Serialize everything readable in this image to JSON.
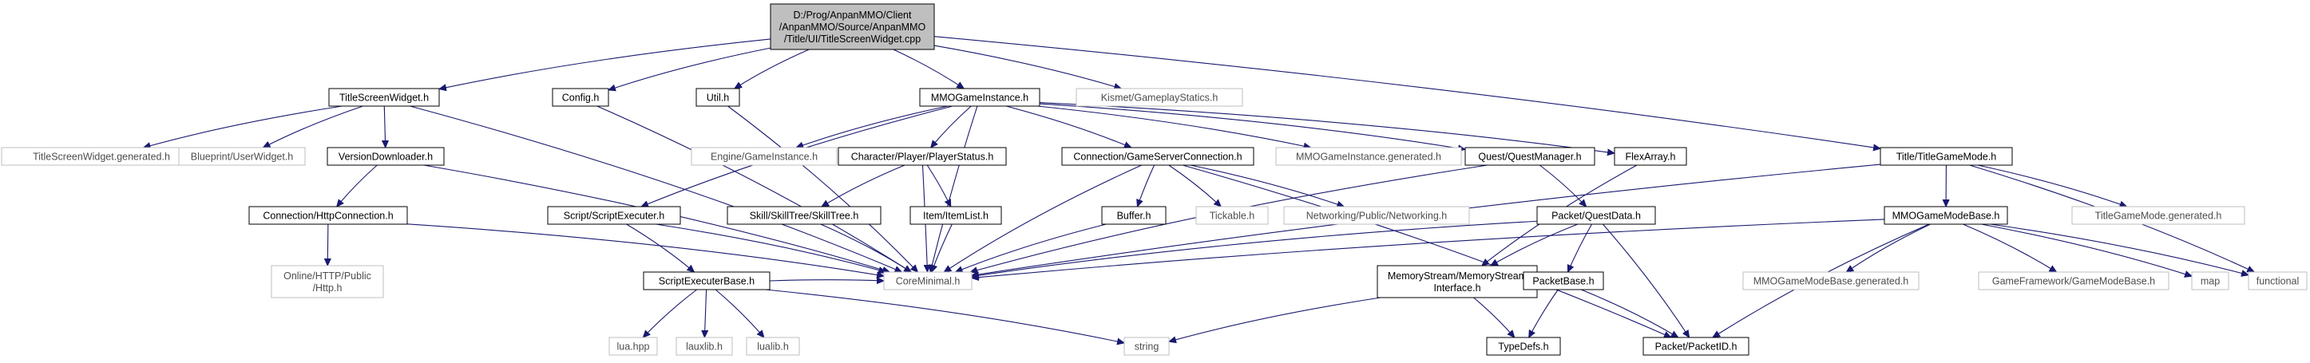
{
  "diagram": {
    "root": {
      "id": "root",
      "lines": [
        "D:/Prog/AnpanMMO/Client",
        "/AnpanMMO/Source/AnpanMMO",
        "/Title/UI/TitleScreenWidget.cpp"
      ]
    },
    "nodes": [
      {
        "id": "titlescreenwidget_h",
        "label": "TitleScreenWidget.h",
        "kind": "local"
      },
      {
        "id": "config_h",
        "label": "Config.h",
        "kind": "local"
      },
      {
        "id": "util_h",
        "label": "Util.h",
        "kind": "local"
      },
      {
        "id": "mmogameinstance_h",
        "label": "MMOGameInstance.h",
        "kind": "local"
      },
      {
        "id": "kismet",
        "label": "Kismet/GameplayStatics.h",
        "kind": "external"
      },
      {
        "id": "tsw_generated",
        "label": "TitleScreenWidget.generated.h",
        "kind": "external"
      },
      {
        "id": "userwidget",
        "label": "Blueprint/UserWidget.h",
        "kind": "external"
      },
      {
        "id": "versiondownloader_h",
        "label": "VersionDownloader.h",
        "kind": "local"
      },
      {
        "id": "engine_gameinstance",
        "label": "Engine/GameInstance.h",
        "kind": "external"
      },
      {
        "id": "playerstatus_h",
        "label": "Character/Player/PlayerStatus.h",
        "kind": "local"
      },
      {
        "id": "gameserverconnection_h",
        "label": "Connection/GameServerConnection.h",
        "kind": "local"
      },
      {
        "id": "mmogi_generated",
        "label": "MMOGameInstance.generated.h",
        "kind": "external"
      },
      {
        "id": "questmanager_h",
        "label": "Quest/QuestManager.h",
        "kind": "local"
      },
      {
        "id": "flexarray_h",
        "label": "FlexArray.h",
        "kind": "local"
      },
      {
        "id": "titlegamemode_h",
        "label": "Title/TitleGameMode.h",
        "kind": "local"
      },
      {
        "id": "httpconnection_h",
        "label": "Connection/HttpConnection.h",
        "kind": "local"
      },
      {
        "id": "scriptexecuter_h",
        "label": "Script/ScriptExecuter.h",
        "kind": "local"
      },
      {
        "id": "skilltree_h",
        "label": "Skill/SkillTree/SkillTree.h",
        "kind": "local"
      },
      {
        "id": "itemlist_h",
        "label": "Item/ItemList.h",
        "kind": "local"
      },
      {
        "id": "buffer_h",
        "label": "Buffer.h",
        "kind": "local"
      },
      {
        "id": "tickable_h",
        "label": "Tickable.h",
        "kind": "external"
      },
      {
        "id": "networking_h",
        "label": "Networking/Public/Networking.h",
        "kind": "external"
      },
      {
        "id": "questdata_h",
        "label": "Packet/QuestData.h",
        "kind": "local"
      },
      {
        "id": "mmogamemodebase_h",
        "label": "MMOGameModeBase.h",
        "kind": "local"
      },
      {
        "id": "tgm_generated",
        "label": "TitleGameMode.generated.h",
        "kind": "external"
      },
      {
        "id": "http_h",
        "lines": [
          "Online/HTTP/Public",
          "/Http.h"
        ],
        "kind": "external"
      },
      {
        "id": "scriptexecuterbase_h",
        "label": "ScriptExecuterBase.h",
        "kind": "local"
      },
      {
        "id": "coreminimal_h",
        "label": "CoreMinimal.h",
        "kind": "external"
      },
      {
        "id": "memorystream_h",
        "lines": [
          "MemoryStream/MemoryStream",
          "Interface.h"
        ],
        "kind": "local"
      },
      {
        "id": "packetbase_h",
        "label": "PacketBase.h",
        "kind": "local"
      },
      {
        "id": "mmogmb_generated",
        "label": "MMOGameModeBase.generated.h",
        "kind": "external"
      },
      {
        "id": "gamemodebase_h",
        "label": "GameFramework/GameModeBase.h",
        "kind": "external"
      },
      {
        "id": "map",
        "label": "map",
        "kind": "external"
      },
      {
        "id": "functional",
        "label": "functional",
        "kind": "external"
      },
      {
        "id": "lua_hpp",
        "label": "lua.hpp",
        "kind": "external"
      },
      {
        "id": "lauxlib_h",
        "label": "lauxlib.h",
        "kind": "external"
      },
      {
        "id": "lualib_h",
        "label": "lualib.h",
        "kind": "external"
      },
      {
        "id": "string",
        "label": "string",
        "kind": "external"
      },
      {
        "id": "typedefs_h",
        "label": "TypeDefs.h",
        "kind": "local"
      },
      {
        "id": "packetid_h",
        "label": "Packet/PacketID.h",
        "kind": "local"
      }
    ],
    "edges": [
      [
        "root",
        "titlescreenwidget_h"
      ],
      [
        "root",
        "config_h"
      ],
      [
        "root",
        "util_h"
      ],
      [
        "root",
        "mmogameinstance_h"
      ],
      [
        "root",
        "kismet"
      ],
      [
        "root",
        "titlegamemode_h"
      ],
      [
        "titlescreenwidget_h",
        "tsw_generated"
      ],
      [
        "titlescreenwidget_h",
        "userwidget"
      ],
      [
        "titlescreenwidget_h",
        "versiondownloader_h"
      ],
      [
        "titlescreenwidget_h",
        "coreminimal_h"
      ],
      [
        "config_h",
        "coreminimal_h"
      ],
      [
        "util_h",
        "coreminimal_h"
      ],
      [
        "versiondownloader_h",
        "httpconnection_h"
      ],
      [
        "versiondownloader_h",
        "coreminimal_h"
      ],
      [
        "httpconnection_h",
        "http_h"
      ],
      [
        "httpconnection_h",
        "coreminimal_h"
      ],
      [
        "mmogameinstance_h",
        "engine_gameinstance"
      ],
      [
        "mmogameinstance_h",
        "playerstatus_h"
      ],
      [
        "mmogameinstance_h",
        "gameserverconnection_h"
      ],
      [
        "mmogameinstance_h",
        "mmogi_generated"
      ],
      [
        "mmogameinstance_h",
        "questmanager_h"
      ],
      [
        "mmogameinstance_h",
        "flexarray_h"
      ],
      [
        "mmogameinstance_h",
        "scriptexecuter_h"
      ],
      [
        "mmogameinstance_h",
        "coreminimal_h"
      ],
      [
        "playerstatus_h",
        "skilltree_h"
      ],
      [
        "playerstatus_h",
        "itemlist_h"
      ],
      [
        "playerstatus_h",
        "coreminimal_h"
      ],
      [
        "skilltree_h",
        "coreminimal_h"
      ],
      [
        "itemlist_h",
        "coreminimal_h"
      ],
      [
        "scriptexecuter_h",
        "scriptexecuterbase_h"
      ],
      [
        "scriptexecuter_h",
        "coreminimal_h"
      ],
      [
        "scriptexecuterbase_h",
        "lua_hpp"
      ],
      [
        "scriptexecuterbase_h",
        "lauxlib_h"
      ],
      [
        "scriptexecuterbase_h",
        "lualib_h"
      ],
      [
        "scriptexecuterbase_h",
        "string"
      ],
      [
        "scriptexecuterbase_h",
        "coreminimal_h"
      ],
      [
        "gameserverconnection_h",
        "buffer_h"
      ],
      [
        "gameserverconnection_h",
        "tickable_h"
      ],
      [
        "gameserverconnection_h",
        "networking_h"
      ],
      [
        "gameserverconnection_h",
        "packetid_h"
      ],
      [
        "gameserverconnection_h",
        "coreminimal_h"
      ],
      [
        "buffer_h",
        "coreminimal_h"
      ],
      [
        "questmanager_h",
        "questdata_h"
      ],
      [
        "questmanager_h",
        "coreminimal_h"
      ],
      [
        "questdata_h",
        "packetbase_h"
      ],
      [
        "questdata_h",
        "packetid_h"
      ],
      [
        "questdata_h",
        "memorystream_h"
      ],
      [
        "questdata_h",
        "coreminimal_h"
      ],
      [
        "flexarray_h",
        "memorystream_h"
      ],
      [
        "memorystream_h",
        "string"
      ],
      [
        "memorystream_h",
        "typedefs_h"
      ],
      [
        "packetbase_h",
        "typedefs_h"
      ],
      [
        "packetbase_h",
        "packetid_h"
      ],
      [
        "titlegamemode_h",
        "mmogamemodebase_h"
      ],
      [
        "titlegamemode_h",
        "tgm_generated"
      ],
      [
        "titlegamemode_h",
        "functional"
      ],
      [
        "titlegamemode_h",
        "coreminimal_h"
      ],
      [
        "mmogamemodebase_h",
        "mmogmb_generated"
      ],
      [
        "mmogamemodebase_h",
        "gamemodebase_h"
      ],
      [
        "mmogamemodebase_h",
        "map"
      ],
      [
        "mmogamemodebase_h",
        "functional"
      ],
      [
        "mmogamemodebase_h",
        "packetid_h"
      ],
      [
        "mmogamemodebase_h",
        "coreminimal_h"
      ]
    ]
  }
}
